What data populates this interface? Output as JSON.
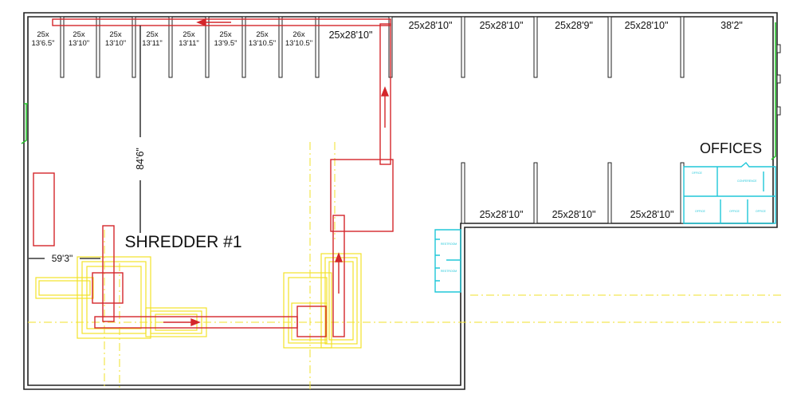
{
  "bay_labels_top_left": [
    {
      "line1": "25x",
      "line2": "13'6.5\""
    },
    {
      "line1": "25x",
      "line2": "13'10\""
    },
    {
      "line1": "25x",
      "line2": "13'10\""
    },
    {
      "line1": "25x",
      "line2": "13'11\""
    },
    {
      "line1": "25x",
      "line2": "13'11\""
    },
    {
      "line1": "25x",
      "line2": "13'9.5\""
    },
    {
      "line1": "25x",
      "line2": "13'10.5\""
    },
    {
      "line1": "26x",
      "line2": "13'10.5\""
    }
  ],
  "bay_label_center": "25x28'10\"",
  "bay_labels_top_right": [
    "25x28'10\"",
    "25x28'10\"",
    "25x28'9\"",
    "25x28'10\"",
    "38'2\""
  ],
  "bay_labels_mid_right": [
    "25x28'10\"",
    "25x28'10\"",
    "25x28'10\""
  ],
  "offices_label": "OFFICES",
  "shredder_label": "SHREDDER #1",
  "dim_vertical": "84'6\"",
  "dim_horizontal": "59'3\"",
  "colors": {
    "wall": "#222222",
    "conveyor": "#d4262b",
    "hopper": "#f2e229",
    "office": "#20c7d9",
    "door": "#27c22d"
  }
}
